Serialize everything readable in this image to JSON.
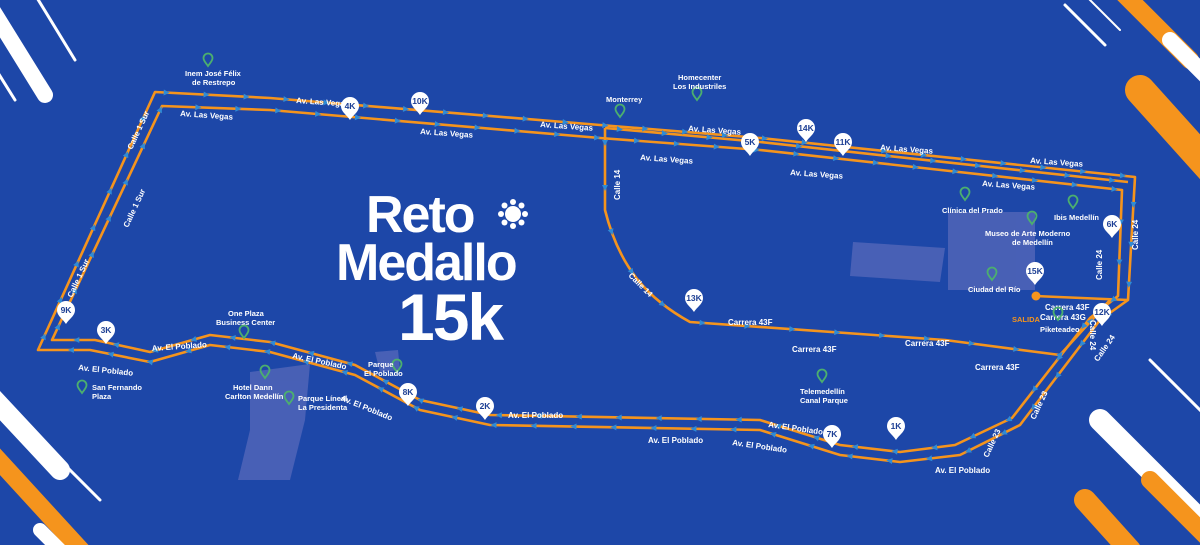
{
  "colors": {
    "background": "#1d47a8",
    "route": "#f5941d",
    "arrow": "#2f8bd6",
    "marker": "#ffffff",
    "poi": "#4caf6e",
    "building": "#5065b8"
  },
  "title": {
    "line1": "Reto",
    "line2": "Medallo",
    "line3": "15k"
  },
  "start_label": "SALIDA",
  "km_markers": [
    "1K",
    "2K",
    "3K",
    "4K",
    "5K",
    "6K",
    "7K",
    "8K",
    "9K",
    "10K",
    "11K",
    "12K",
    "13K",
    "14K",
    "15K"
  ],
  "streets": {
    "las_vegas": "Av. Las Vegas",
    "el_poblado": "Av. El Poblado",
    "calle_1_sur": "Calle 1 Sur",
    "calle_14": "Calle 14",
    "carrera_43f": "Carrera 43F",
    "carrera_43g": "Carrera 43G",
    "calle_24": "Calle 24",
    "calle_23": "Calle 23"
  },
  "places": {
    "inem_1": "Inem José Félix",
    "inem_2": "de Restrepo",
    "homecenter_1": "Homecenter",
    "homecenter_2": "Los Industriles",
    "monterrey": "Monterrey",
    "clinica": "Clínica del Prado",
    "ibis": "Ibis Medellín",
    "museo_1": "Museo de Arte Moderno",
    "museo_2": "de Medellín",
    "ciudad_rio": "Ciudad del Río",
    "piketeadeo": "Piketeadeo",
    "telemedellin_1": "Telemedellín",
    "telemedellin_2": "Canal Parque",
    "one_plaza_1": "One Plaza",
    "one_plaza_2": "Business Center",
    "parque_poblado_1": "Parque",
    "parque_poblado_2": "El Poblado",
    "hotel_1": "Hotel Dann",
    "hotel_2": "Carlton Medellín",
    "parque_lineal_1": "Parque Líneal",
    "parque_lineal_2": "La Presidenta",
    "san_fernando_1": "San Fernando",
    "san_fernando_2": "Plaza"
  }
}
